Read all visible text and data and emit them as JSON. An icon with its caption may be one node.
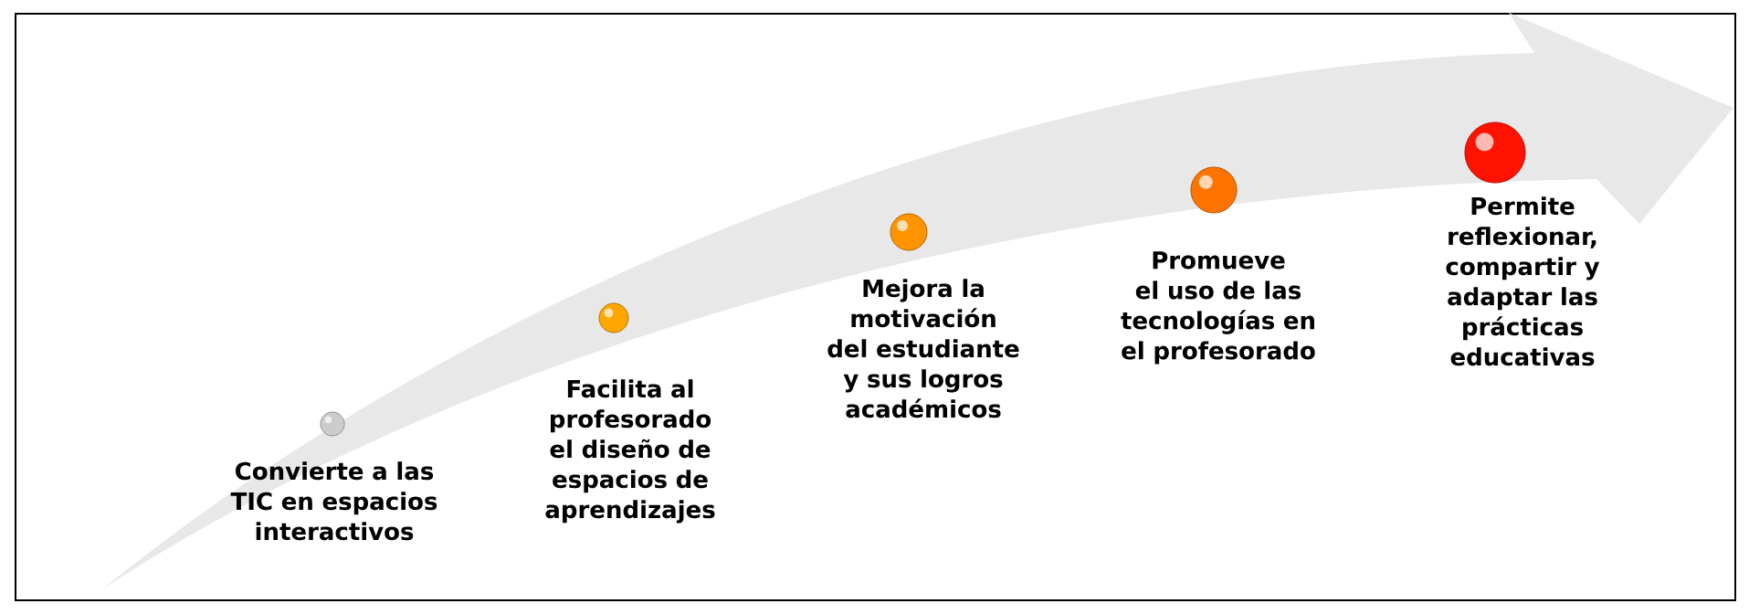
{
  "diagram": {
    "labels": [
      "Convierte a las TIC en espacios interactivos",
      "Facilita al profesorado el diseño de espacios de aprendizajes",
      "Mejora la motivación del estudiante y sus logros académicos",
      "Promueve el uso de las tecnologías en el profesorado",
      "Permite reflexionar, compartir y adaptar las prácticas educativas"
    ]
  }
}
